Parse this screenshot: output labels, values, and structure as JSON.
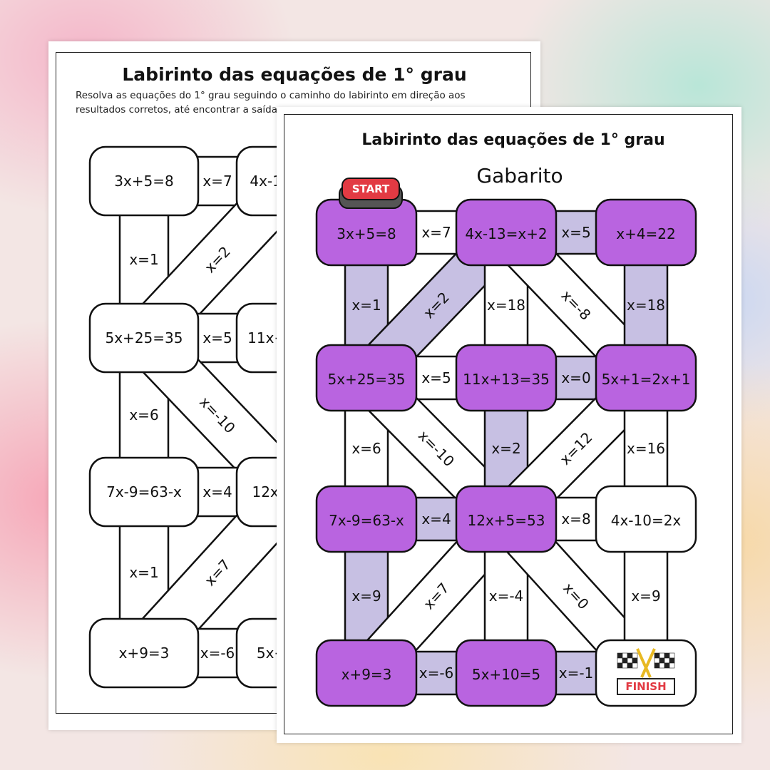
{
  "back_sheet": {
    "title": "Labirinto das equações de 1° grau",
    "description": "Resolva as equações do 1° grau seguindo o caminho do labirinto em direção aos resultados corretos, até encontrar a saída."
  },
  "front_sheet": {
    "title": "Labirinto das equações de 1° grau",
    "subtitle": "Gabarito"
  },
  "start_label": "START",
  "finish_label": "FINISH",
  "colors": {
    "path_node": "#b964e0",
    "path_connector": "#c7c0e3"
  },
  "maze": {
    "nodes": [
      {
        "id": "r0c0",
        "text": "3x+5=8",
        "on_path": true,
        "icon": "start-button-icon"
      },
      {
        "id": "r0c1",
        "text": "4x-13=x+2",
        "on_path": true
      },
      {
        "id": "r0c2",
        "text": "x+4=22",
        "on_path": true
      },
      {
        "id": "r1c0",
        "text": "5x+25=35",
        "on_path": true
      },
      {
        "id": "r1c1",
        "text": "11x+13=35",
        "on_path": true
      },
      {
        "id": "r1c2",
        "text": "5x+1=2x+1",
        "on_path": true
      },
      {
        "id": "r2c0",
        "text": "7x-9=63-x",
        "on_path": true
      },
      {
        "id": "r2c1",
        "text": "12x+5=53",
        "on_path": true
      },
      {
        "id": "r2c2",
        "text": "4x-10=2x",
        "on_path": false
      },
      {
        "id": "r3c0",
        "text": "x+9=3",
        "on_path": true
      },
      {
        "id": "r3c1",
        "text": "5x+10=5",
        "on_path": true
      },
      {
        "id": "r3c2",
        "text": "",
        "on_path": false,
        "icon": "finish-flag-icon"
      }
    ],
    "connectors": [
      {
        "from": "r0c0",
        "to": "r0c1",
        "text": "x=7",
        "on_path": false
      },
      {
        "from": "r0c1",
        "to": "r0c2",
        "text": "x=5",
        "on_path": true
      },
      {
        "from": "r0c0",
        "to": "r1c0",
        "text": "x=1",
        "on_path": true
      },
      {
        "from": "r0c1",
        "to": "r1c0",
        "text": "x=2",
        "on_path": true
      },
      {
        "from": "r0c1",
        "to": "r1c1",
        "text": "x=18",
        "on_path": false
      },
      {
        "from": "r0c1",
        "to": "r1c2",
        "text": "x=-8",
        "on_path": false
      },
      {
        "from": "r0c2",
        "to": "r1c2",
        "text": "x=18",
        "on_path": true
      },
      {
        "from": "r1c0",
        "to": "r1c1",
        "text": "x=5",
        "on_path": false
      },
      {
        "from": "r1c1",
        "to": "r1c2",
        "text": "x=0",
        "on_path": true
      },
      {
        "from": "r1c0",
        "to": "r2c0",
        "text": "x=6",
        "on_path": false
      },
      {
        "from": "r1c0",
        "to": "r2c1",
        "text": "x=-10",
        "on_path": false
      },
      {
        "from": "r1c1",
        "to": "r2c1",
        "text": "x=2",
        "on_path": true
      },
      {
        "from": "r1c2",
        "to": "r2c1",
        "text": "x=12",
        "on_path": false
      },
      {
        "from": "r1c2",
        "to": "r2c2",
        "text": "x=16",
        "on_path": false
      },
      {
        "from": "r2c0",
        "to": "r2c1",
        "text": "x=4",
        "on_path": true
      },
      {
        "from": "r2c1",
        "to": "r2c2",
        "text": "x=8",
        "on_path": false
      },
      {
        "from": "r2c0",
        "to": "r3c0",
        "text": "x=9",
        "on_path": true
      },
      {
        "from": "r2c1",
        "to": "r3c0",
        "text": "x=7",
        "on_path": false
      },
      {
        "from": "r2c1",
        "to": "r3c1",
        "text": "x=-4",
        "on_path": false
      },
      {
        "from": "r2c1",
        "to": "r3c2",
        "text": "x=0",
        "on_path": false
      },
      {
        "from": "r2c2",
        "to": "r3c2",
        "text": "x=9",
        "on_path": false
      },
      {
        "from": "r3c0",
        "to": "r3c1",
        "text": "x=-6",
        "on_path": true
      },
      {
        "from": "r3c1",
        "to": "r3c2",
        "text": "x=-1",
        "on_path": true
      }
    ]
  },
  "back_maze_visible": {
    "nodes": [
      {
        "id": "r0c0",
        "text": "3x+5=8"
      },
      {
        "id": "r0c1",
        "text": "4x-13=x+2"
      },
      {
        "id": "r1c0",
        "text": "5x+25=35"
      },
      {
        "id": "r1c1",
        "text": "11x+13=35"
      },
      {
        "id": "r2c0",
        "text": "7x-9=63-x"
      },
      {
        "id": "r2c1",
        "text": "12x+5=53"
      },
      {
        "id": "r3c0",
        "text": "x+9=3"
      },
      {
        "id": "r3c1",
        "text": "5x+10=5"
      }
    ],
    "connectors": [
      {
        "from": "r0c0",
        "to": "r0c1",
        "text": "x=7"
      },
      {
        "from": "r0c0",
        "to": "r1c0",
        "text": "x=1"
      },
      {
        "from": "r0c1",
        "to": "r1c0",
        "text": "x=2"
      },
      {
        "from": "r1c0",
        "to": "r1c1",
        "text": "x=5"
      },
      {
        "from": "r1c0",
        "to": "r2c0",
        "text": "x=6"
      },
      {
        "from": "r1c0",
        "to": "r2c1",
        "text": "x=-10"
      },
      {
        "from": "r2c0",
        "to": "r2c1",
        "text": "x=4"
      },
      {
        "from": "r2c0",
        "to": "r3c0",
        "text": "x=1"
      },
      {
        "from": "r2c1",
        "to": "r3c0",
        "text": "x=7"
      },
      {
        "from": "r3c0",
        "to": "r3c1",
        "text": "x=-6"
      }
    ]
  }
}
